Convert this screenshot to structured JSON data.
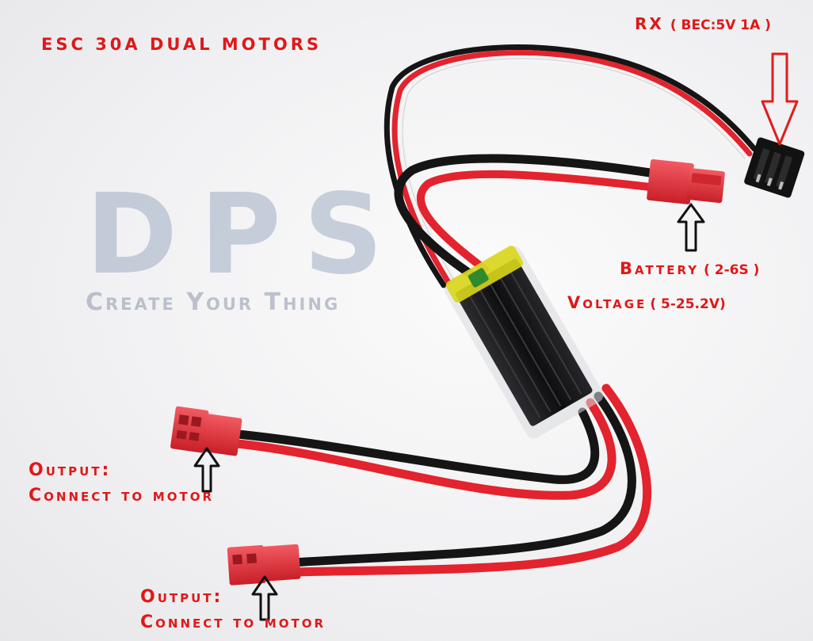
{
  "labels": {
    "title": "ESC 30A DUAL MOTORS",
    "rx_main": "RX",
    "rx_sub": "( BEC:5V 1A )",
    "battery_main": "Battery",
    "battery_spec": "( 2-6S )",
    "voltage_main": "Voltage",
    "voltage_spec": "( 5-25.2V)",
    "output1_line1": "Output:",
    "output1_line2": "Connect to motor",
    "output2_line1": "Output:",
    "output2_line2": "Connect to motor"
  },
  "watermark": {
    "brand": "DPS",
    "tagline": "Create Your Thing"
  },
  "colors": {
    "label_red": "#e01818",
    "wire_red": "#e3232d",
    "wire_black": "#151515",
    "wire_white": "#f4f4f4",
    "connector_red": "#e8303a",
    "arrow_red": "#e21c1c",
    "arrow_black": "#111111",
    "heatsink": "#1a1a1c",
    "shrink_yellow": "#d9d61a"
  }
}
